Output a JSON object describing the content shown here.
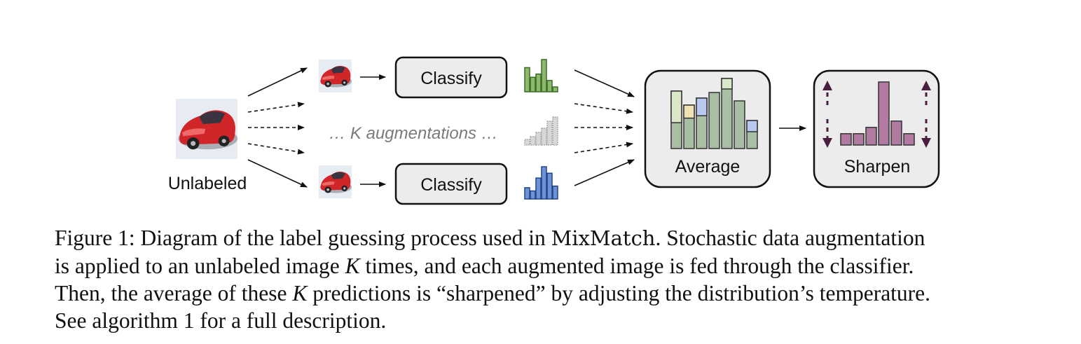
{
  "diagram": {
    "input_label": "Unlabeled",
    "classify_top": "Classify",
    "classify_bottom": "Classify",
    "augment_text": "… K augmentations …",
    "average_label": "Average",
    "sharpen_label": "Sharpen"
  },
  "colors": {
    "green": "#8db96c",
    "blue": "#6d92d6",
    "gray": "#cfcfcf",
    "avg_fill": "#a9bfa4",
    "sharpen": "#b17aa0",
    "arrow_purple": "#4a1e3e",
    "car_red": "#d0262a"
  },
  "histograms": {
    "top": [
      0.75,
      0.45,
      0.55,
      1.0,
      0.35,
      0.15
    ],
    "faded": [
      0.2,
      0.3,
      0.45,
      0.6,
      0.85,
      1.0
    ],
    "bottom": [
      0.35,
      0.25,
      0.65,
      1.0,
      0.8,
      0.4
    ],
    "average": [
      0.82,
      0.62,
      0.72,
      0.8,
      1.0,
      0.68,
      0.4
    ],
    "sharpen": [
      0.18,
      0.18,
      0.28,
      1.0,
      0.38,
      0.18
    ]
  },
  "caption": {
    "line1_a": "Figure 1: Diagram of the label guessing process used in ",
    "line1_name": "MixMatch",
    "line1_b": ". Stochastic data augmentation",
    "line2_a": "is applied to an unlabeled image ",
    "line2_k": "K",
    "line2_b": " times, and each augmented image is fed through the classifier.",
    "line3_a": "Then, the average of these ",
    "line3_k": "K",
    "line3_b": " predictions is “sharpened” by adjusting the distribution’s temperature.",
    "line4": "See algorithm 1 for a full description."
  }
}
